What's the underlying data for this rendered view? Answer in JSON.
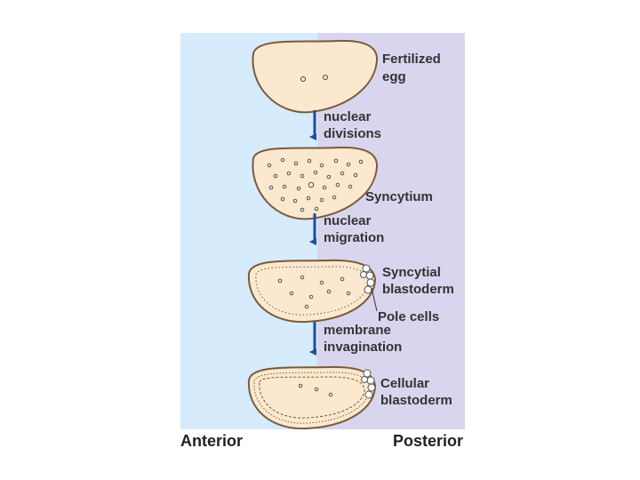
{
  "stages": {
    "fertilized_egg": [
      "Fertilized",
      "egg"
    ],
    "syncytium": "Syncytium",
    "syncytial_blastoderm": [
      "Syncytial",
      "blastoderm"
    ],
    "pole_cells": "Pole cells",
    "cellular_blastoderm": [
      "Cellular",
      "blastoderm"
    ]
  },
  "steps": {
    "nuclear_divisions": [
      "nuclear",
      "divisions"
    ],
    "nuclear_migration": [
      "nuclear",
      "migration"
    ],
    "membrane_invagination": [
      "membrane",
      "invagination"
    ]
  },
  "axis": {
    "anterior": "Anterior",
    "posterior": "Posterior"
  },
  "colors": {
    "anterior_bg": "#d6ebfb",
    "posterior_bg": "#d9d5ee",
    "egg_fill": "#fbe8cf",
    "egg_outline": "#7a5a3c",
    "arrow": "#1f4e9a"
  }
}
